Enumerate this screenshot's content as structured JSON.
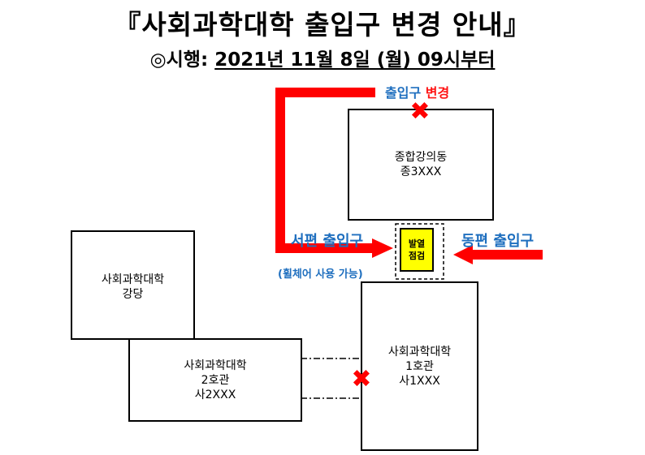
{
  "title": "『사회과학대학 출입구 변경 안내』",
  "subtitle": {
    "prefix": "◎시행: ",
    "date": "2021년 11월 8일 (월) 09시부터"
  },
  "labels": {
    "change_part1": "출입구",
    "change_part2": "변경",
    "west": "서편 출입구",
    "west_note": "(휠체어 사용 가능)",
    "east": "동편 출입구"
  },
  "checkpoint": {
    "line1": "발열",
    "line2": "점검"
  },
  "buildings": {
    "jonghap": {
      "line1": "종합강의동",
      "line2": "종3XXX"
    },
    "auditorium": {
      "line1": "사회과학대학",
      "line2": "강당"
    },
    "hall2": {
      "line1": "사회과학대학",
      "line2": "2호관",
      "line3": "사2XXX"
    },
    "hall1": {
      "line1": "사회과학대학",
      "line2": "1호관",
      "line3": "사1XXX"
    }
  },
  "marks": {
    "closed": "✖"
  },
  "colors": {
    "arrow": "#ff0000",
    "label_blue": "#1f6fbf",
    "label_red": "#ff1414",
    "checkpoint": "#ffff00"
  }
}
